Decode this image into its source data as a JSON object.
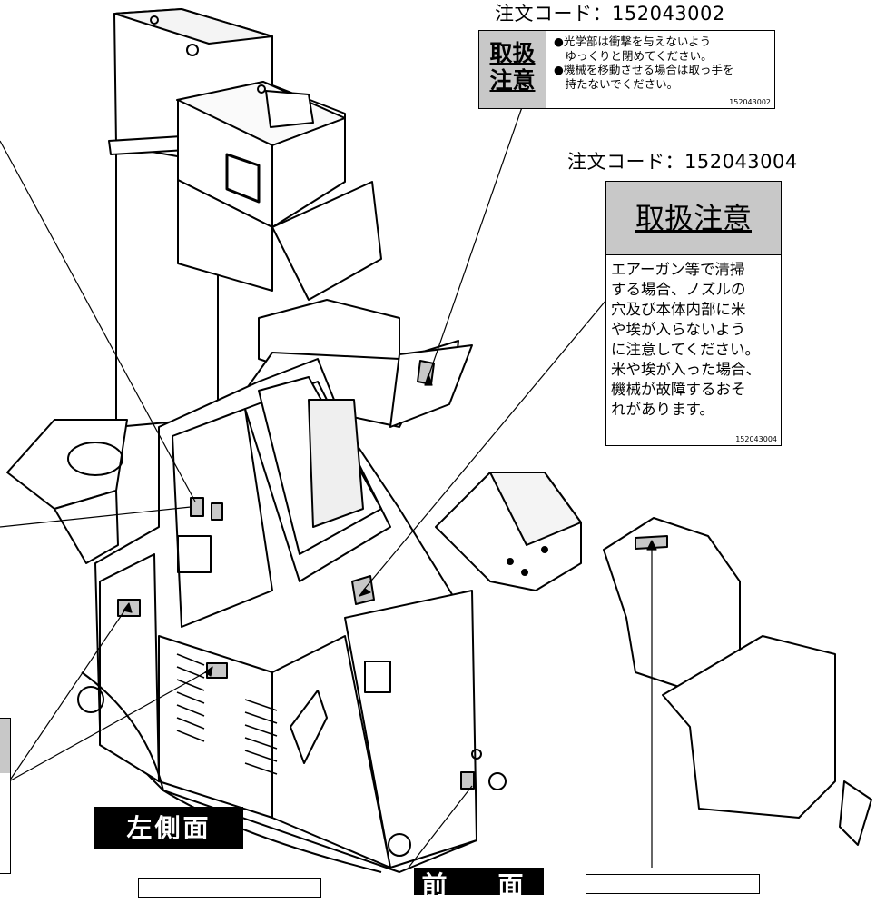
{
  "order_code_top": "注文コード：152043002",
  "order_code_right": "注文コード：152043004",
  "label_small": {
    "heading_line1": "取扱",
    "heading_line2": "注意",
    "lines": [
      "●光学部は衝撃を与えないよう",
      "　ゆっくりと閉めてください。",
      "●機械を移動させる場合は取っ手を",
      "　持たないでください。"
    ],
    "code": "152043002"
  },
  "label_large": {
    "heading": "取扱注意",
    "lines": [
      "エアーガン等で清掃",
      "する場合、ノズルの",
      "穴及び本体内部に米",
      "や埃が入らないよう",
      "に注意してください。",
      "米や埃が入った場合、",
      "機械が故障するおそ",
      "れがあります。"
    ],
    "code": "152043004"
  },
  "view_left": "左側面",
  "view_front": "前　面",
  "colors": {
    "label_gray": "#c8c8c8",
    "ink": "#000000"
  }
}
